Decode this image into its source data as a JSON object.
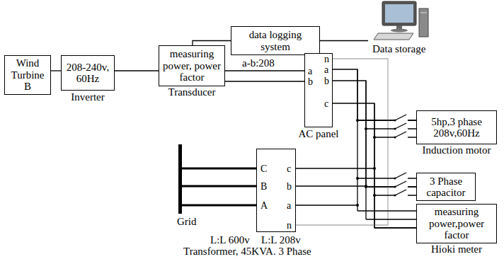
{
  "diagram": {
    "nodes": [
      {
        "text": [
          "Wind Turbine B"
        ]
      },
      {
        "text": [
          "208-240v, 60Hz",
          "Inverter"
        ]
      },
      {
        "text": [
          "measuring power, power factor",
          "Transducer"
        ]
      },
      {
        "text": [
          "data logging system"
        ]
      },
      {
        "text": [
          "Data storage"
        ]
      },
      {
        "text": [
          "a",
          "b",
          "n",
          "a",
          "b",
          "c",
          "AC panel"
        ]
      },
      {
        "text": [
          "5hp,3 phase 208v,60Hz",
          "Induction motor"
        ]
      },
      {
        "text": [
          "3 Phase capacitor"
        ]
      },
      {
        "text": [
          "measuring power,power factor",
          "Hioki meter"
        ]
      },
      {
        "text": [
          "C",
          "B",
          "A",
          "c",
          "b",
          "a",
          "n",
          "L:L 600v",
          "L:L 208v",
          "Transformer, 45KVA. 3 Phase"
        ]
      }
    ],
    "edges": [
      {
        "from": 0,
        "to": 1,
        "arrow": "none"
      },
      {
        "from": 1,
        "to": 2,
        "arrow": "none"
      },
      {
        "from": 2,
        "to": 3,
        "arrow": "none"
      },
      {
        "from": 3,
        "to": 4,
        "arrow": "none"
      },
      {
        "from": 2,
        "to": 5,
        "label": "a-b:208",
        "arrow": "none"
      },
      {
        "from": 5,
        "to": 6,
        "arrow": "none"
      },
      {
        "from": 5,
        "to": 7,
        "arrow": "none"
      },
      {
        "from": 5,
        "to": 8,
        "arrow": "none"
      },
      {
        "from": 9,
        "to": 5,
        "arrow": "none"
      }
    ],
    "labels": [
      "Grid"
    ]
  }
}
